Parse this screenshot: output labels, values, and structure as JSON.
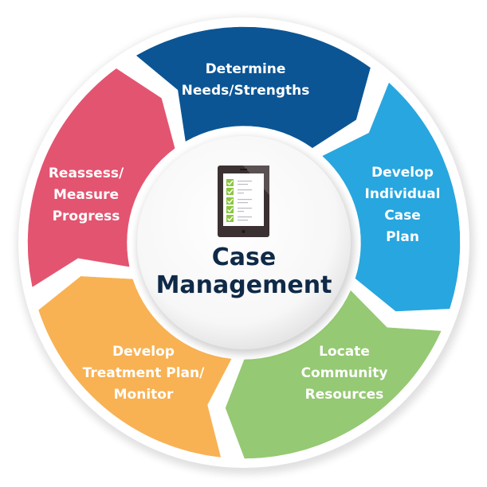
{
  "title": "Case Management",
  "center": {
    "lines": [
      "Case",
      "Management"
    ],
    "icon": "tablet-checklist-icon"
  },
  "segments": [
    {
      "id": "determine-needs",
      "lines": [
        "Determine",
        "Needs/Strengths"
      ],
      "color": "#0b5595"
    },
    {
      "id": "develop-case-plan",
      "lines": [
        "Develop",
        "Individual",
        "Case",
        "Plan"
      ],
      "color": "#28a6df"
    },
    {
      "id": "locate-resources",
      "lines": [
        "Locate",
        "Community",
        "Resources"
      ],
      "color": "#95c973"
    },
    {
      "id": "treatment-plan",
      "lines": [
        "Develop",
        "Treatment Plan/",
        "Monitor"
      ],
      "color": "#f8b253"
    },
    {
      "id": "reassess",
      "lines": [
        "Reassess/",
        "Measure",
        "Progress"
      ],
      "color": "#e35470"
    }
  ],
  "colors": {
    "title_text": "#0f2a48",
    "checkbox": "#8cc63f",
    "tablet_frame": "#3b3132"
  }
}
